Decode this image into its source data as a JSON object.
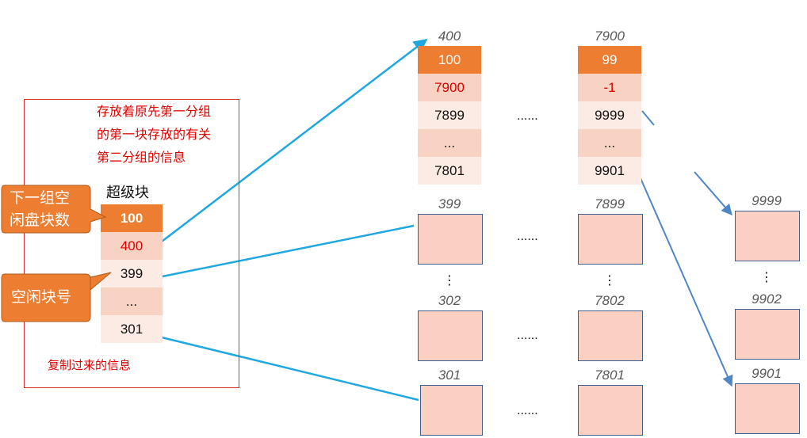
{
  "note": {
    "lines": [
      "存放着原先第一分组",
      "的第一块存放的有关",
      "第二分组的信息"
    ]
  },
  "superblock": {
    "title": "超级块",
    "cells": [
      "100",
      "400",
      "399",
      "...",
      "301"
    ],
    "footer": "复制过来的信息"
  },
  "callouts": {
    "next_group": [
      "下一组空",
      "闲盘块数"
    ],
    "free_block": "空闲块号"
  },
  "group1": {
    "label": "400",
    "cells": [
      "100",
      "7900",
      "7899",
      "...",
      "7801"
    ]
  },
  "group2": {
    "label": "7900",
    "cells": [
      "99",
      "-1",
      "9999",
      "...",
      "9901"
    ]
  },
  "between_dots": "......",
  "vertical_dots": "⋮",
  "rows": {
    "col1": [
      "399",
      "302",
      "301"
    ],
    "col2": [
      "7899",
      "7802",
      "7801"
    ],
    "col3": [
      "9999",
      "9902",
      "9901"
    ]
  },
  "colors": {
    "orange": "#ed7d31",
    "pink": "#f8d3c4",
    "light_pink": "#fcebe4",
    "block_fill": "#f9d0c2",
    "block_border": "#3d5f8f",
    "arrow_blue": "#1ea7e1",
    "arrow_steel": "#4f86c6",
    "note_red": "#e00000"
  }
}
